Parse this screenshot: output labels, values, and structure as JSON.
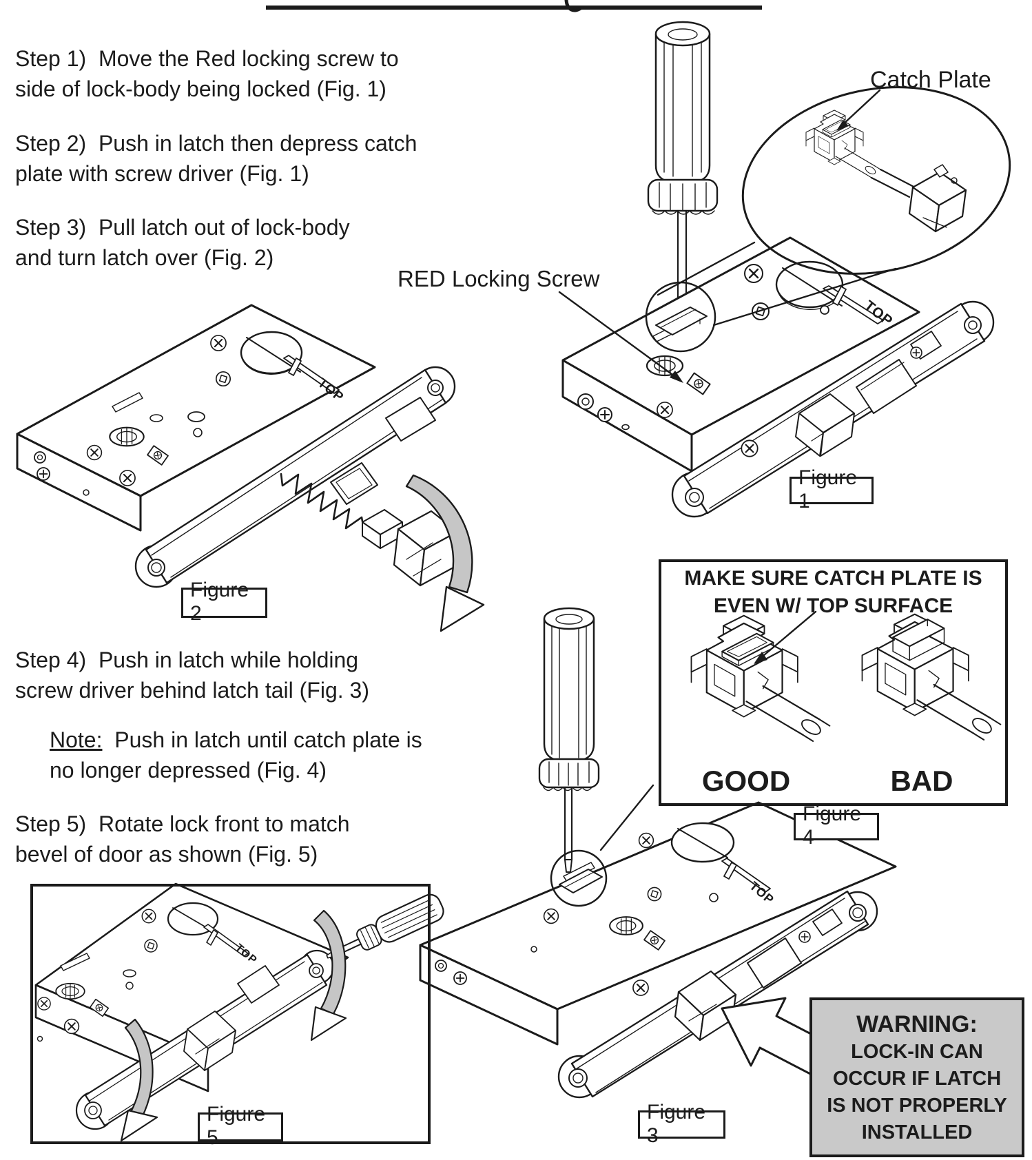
{
  "document": {
    "steps": [
      {
        "lines": [
          "Step 1)  Move the Red locking screw to",
          "side of lock-body being locked (Fig. 1)"
        ]
      },
      {
        "lines": [
          "Step 2)  Push in latch then depress catch",
          "plate with screw driver (Fig. 1)"
        ]
      },
      {
        "lines": [
          "Step 3)  Pull latch out of lock-body",
          "and turn latch over (Fig. 2)"
        ]
      },
      {
        "lines": [
          "Step 4)  Push in latch while holding",
          "screw driver behind latch tail (Fig. 3)"
        ]
      },
      {
        "lines": [
          "Step 5)  Rotate lock front to match",
          "bevel of door as shown (Fig. 5)"
        ]
      }
    ],
    "note": {
      "label": "Note:",
      "line1_rest": "  Push in latch until catch plate is",
      "line2": "no longer depressed (Fig. 4)"
    },
    "callouts": {
      "catch_plate": "Catch Plate",
      "red_locking_screw": "RED Locking Screw",
      "top_marking": "TOP"
    },
    "figure_captions": {
      "fig1": "Figure 1",
      "fig2": "Figure 2",
      "fig3": "Figure 3",
      "fig4": "Figure 4",
      "fig5": "Figure 5"
    },
    "figure4_panel": {
      "heading_line1": "MAKE SURE CATCH PLATE IS",
      "heading_line2": "EVEN W/ TOP SURFACE",
      "good_label": "GOOD",
      "bad_label": "BAD"
    },
    "warning_panel": {
      "title": "WARNING:",
      "lines": [
        "LOCK-IN CAN",
        "OCCUR IF LATCH",
        "IS NOT PROPERLY",
        "INSTALLED"
      ]
    },
    "colors": {
      "ink": "#1b1b1b",
      "arrow_gray": "#c6c6c6",
      "warning_bg": "#c9c9c9"
    }
  }
}
